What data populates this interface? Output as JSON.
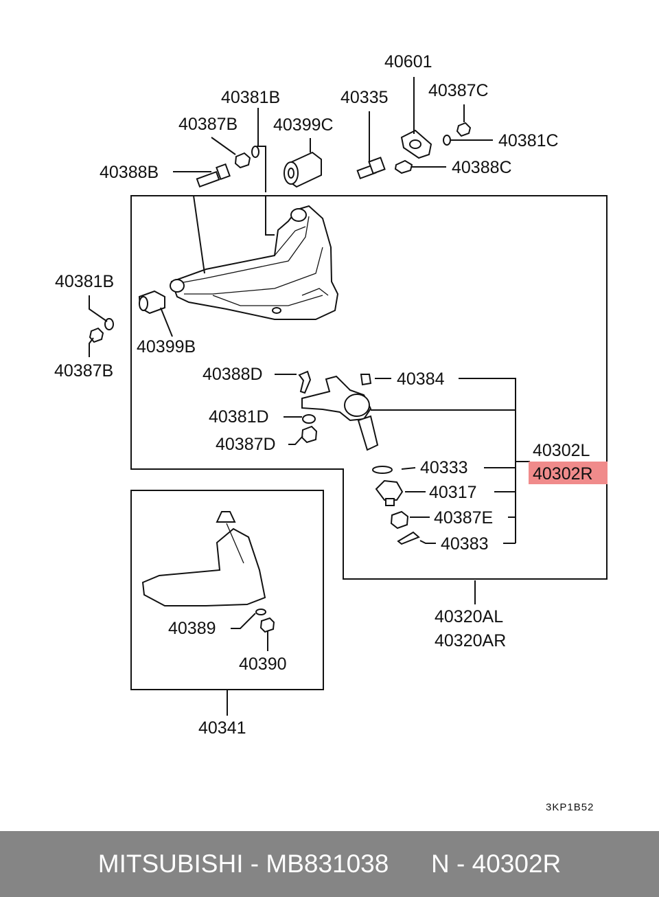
{
  "labels": {
    "l40601": "40601",
    "l40387C": "40387C",
    "l40381B_top": "40381B",
    "l40335": "40335",
    "l40387B_top": "40387B",
    "l40399C": "40399C",
    "l40381C": "40381C",
    "l40388B": "40388B",
    "l40388C": "40388C",
    "l40381B_left": "40381B",
    "l40399B": "40399B",
    "l40387B_left": "40387B",
    "l40388D": "40388D",
    "l40384": "40384",
    "l40381D": "40381D",
    "l40387D": "40387D",
    "l40302L": "40302L",
    "l40302R": "40302R",
    "l40333": "40333",
    "l40317": "40317",
    "l40387E": "40387E",
    "l40383": "40383",
    "l40320AL": "40320AL",
    "l40320AR": "40320AR",
    "l40389": "40389",
    "l40390": "40390",
    "l40341": "40341"
  },
  "diagram_code": "3KP1B52",
  "highlight_color": "#f08b8b",
  "footer": {
    "brand": "MITSUBISHI - MB831038",
    "part": "N - 40302R"
  }
}
